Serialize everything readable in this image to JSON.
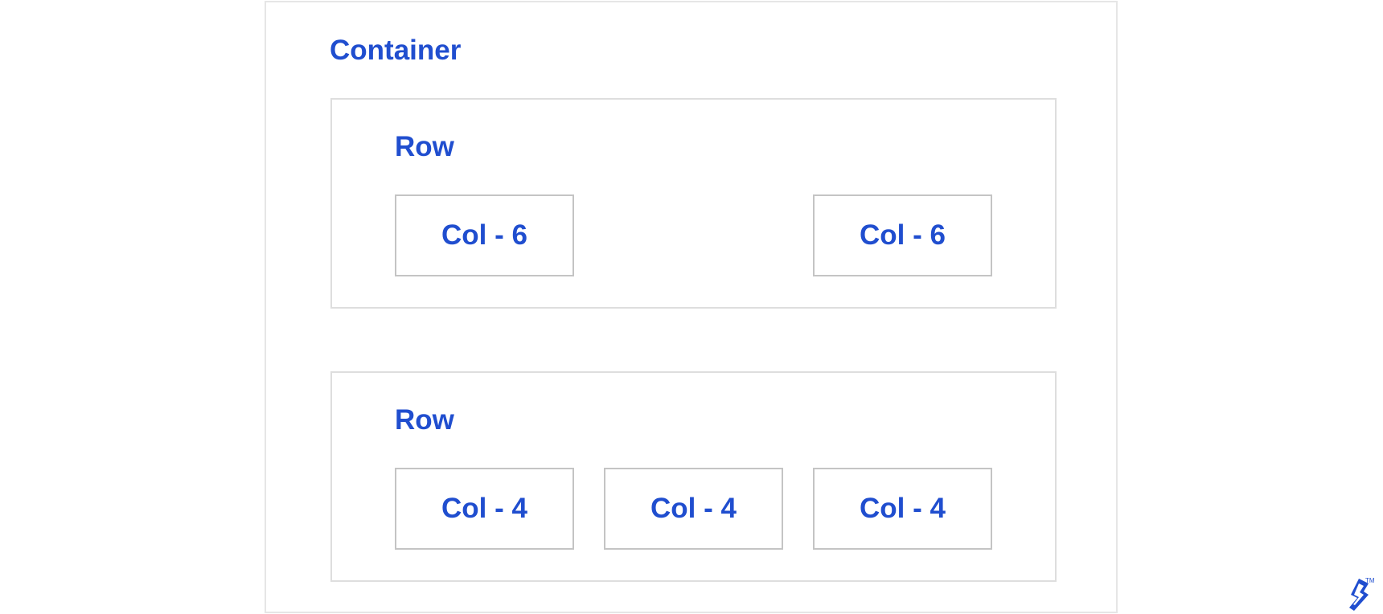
{
  "container": {
    "label": "Container",
    "rows": [
      {
        "label": "Row",
        "cols": [
          {
            "label": "Col - 6"
          },
          {
            "label": "Col - 6"
          }
        ]
      },
      {
        "label": "Row",
        "cols": [
          {
            "label": "Col - 4"
          },
          {
            "label": "Col - 4"
          },
          {
            "label": "Col - 4"
          }
        ]
      }
    ]
  },
  "logo": {
    "icon": "toptal-logo-icon",
    "trademark": "TM"
  },
  "colors": {
    "accent": "#204ecf",
    "container_border": "#e6e6e6",
    "row_border": "#dedede",
    "col_border": "#c4c4c4"
  }
}
